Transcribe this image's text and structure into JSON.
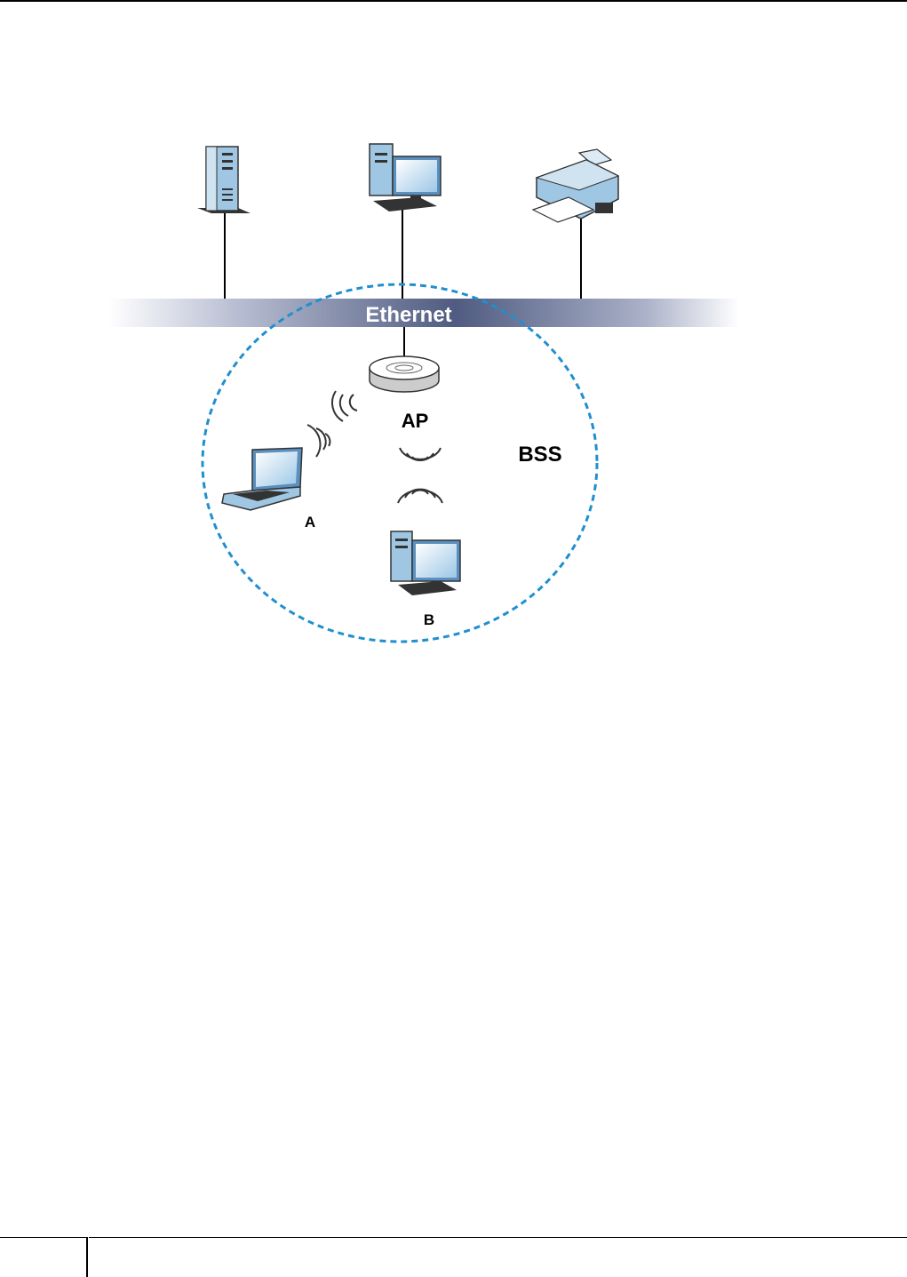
{
  "diagram": {
    "ethernet_label": "Ethernet",
    "ap_label": "AP",
    "bss_label": "BSS",
    "station_a_label": "A",
    "station_b_label": "B",
    "colors": {
      "ethernet_bar": "#4f5b80",
      "bss_boundary": "#1f8fd0",
      "device_blue": "#7fb7dd",
      "device_dark": "#3a3a3a"
    },
    "icons": [
      "server-icon",
      "desktop-computer-icon",
      "printer-icon",
      "access-point-icon",
      "laptop-icon",
      "wireless-signal-icon"
    ]
  }
}
